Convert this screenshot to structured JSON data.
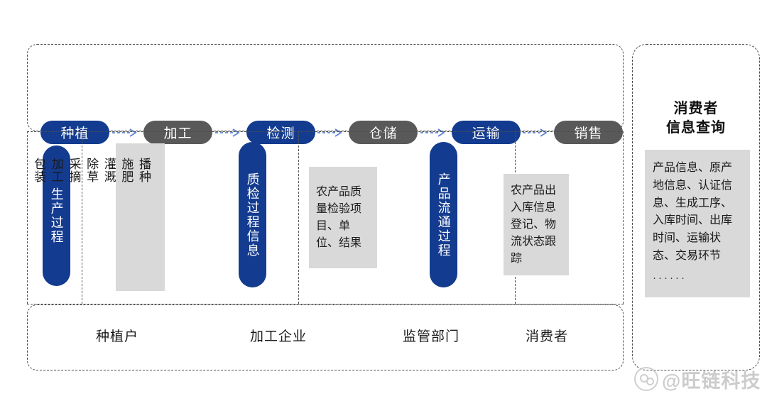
{
  "diagram": {
    "process_flow": {
      "steps": [
        {
          "label": "种植",
          "color": "#133b8f",
          "style": "blue"
        },
        {
          "label": "加工",
          "color": "#595959",
          "style": "gray"
        },
        {
          "label": "检测",
          "color": "#133b8f",
          "style": "blue"
        },
        {
          "label": "仓储",
          "color": "#595959",
          "style": "gray"
        },
        {
          "label": "运输",
          "color": "#133b8f",
          "style": "blue"
        },
        {
          "label": "销售",
          "color": "#595959",
          "style": "gray"
        }
      ],
      "connector_icon": "dashed-arrow-right-icon",
      "connector_color": "#5b83d1"
    },
    "stages": [
      {
        "pill_label": "生产过程",
        "detail": "播种\n施肥\n灌溉\n除草\n采摘\n加工\n包装",
        "detail_orientation": "vertical"
      },
      {
        "pill_label": "质检过程信息",
        "detail": "农产品质量检验项目、单位、结果",
        "detail_orientation": "horizontal"
      },
      {
        "pill_label": "产品流通过程",
        "detail": "农产品出入库信息登记、物流状态跟踪",
        "detail_orientation": "horizontal"
      }
    ],
    "actors": [
      "种植户",
      "加工企业",
      "监管部门",
      "消费者"
    ],
    "consumer_panel": {
      "title_line1": "消费者",
      "title_line2": "信息查询",
      "items": "产品信息、原产地信息、认证信息、生成工序、入库时间、出库时间、运输状态、交易环节",
      "ellipsis": "······"
    },
    "watermark": {
      "text": "@旺链科技",
      "logo_icon": "circles-logo-icon"
    },
    "colors": {
      "primary_blue": "#133b8f",
      "gray_pill": "#595959",
      "box_gray": "#d9d9d9",
      "dash_border": "#4d4d4d",
      "arrow_blue": "#5b83d1"
    }
  }
}
